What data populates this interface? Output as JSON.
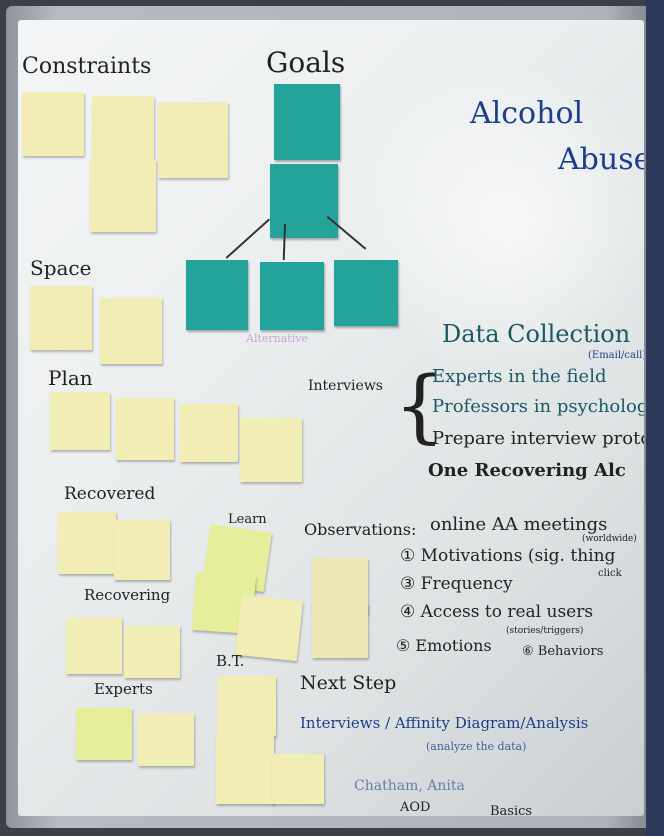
{
  "headings": {
    "constraints": "Constraints",
    "goals": "Goals",
    "space": "Space",
    "plan": "Plan",
    "recovered": "Recovered",
    "recovering": "Recovering",
    "experts": "Experts",
    "learn": "Learn",
    "bt": "B.T."
  },
  "topic": {
    "line1": "Alcohol",
    "line2": "Abuse"
  },
  "data_collection": {
    "title": "Data Collection",
    "email_note": "(Email/call)",
    "interviews_label": "Interviews",
    "interview_items": [
      "Experts in the field",
      "Professors in psychology f",
      "Prepare interview protoco",
      "One Recovering Alc"
    ],
    "observations_label": "Observations:",
    "observations_value": "online AA meetings",
    "observations_note": "(worldwide)",
    "observation_items": [
      "① Motivations (sig. thing",
      "③ Frequency",
      "④ Access to real users",
      "⑤ Emotions",
      "⑥ Behaviors"
    ],
    "observation_note_sub": "(stories/triggers)",
    "observation_note_click": "click"
  },
  "next_step": {
    "label": "Next Step",
    "line1": "Interviews / Affinity Diagram/Analysis",
    "line2": "(analyze the data)",
    "line3": "Chatham, Anita",
    "aod": "AOD",
    "basics": "Basics"
  },
  "goal_label_purple": "Alternative",
  "colors": {
    "teal_note": "#23a39a",
    "yellow_note": "#f2edb4",
    "ink_blue": "#1d3f8a"
  }
}
